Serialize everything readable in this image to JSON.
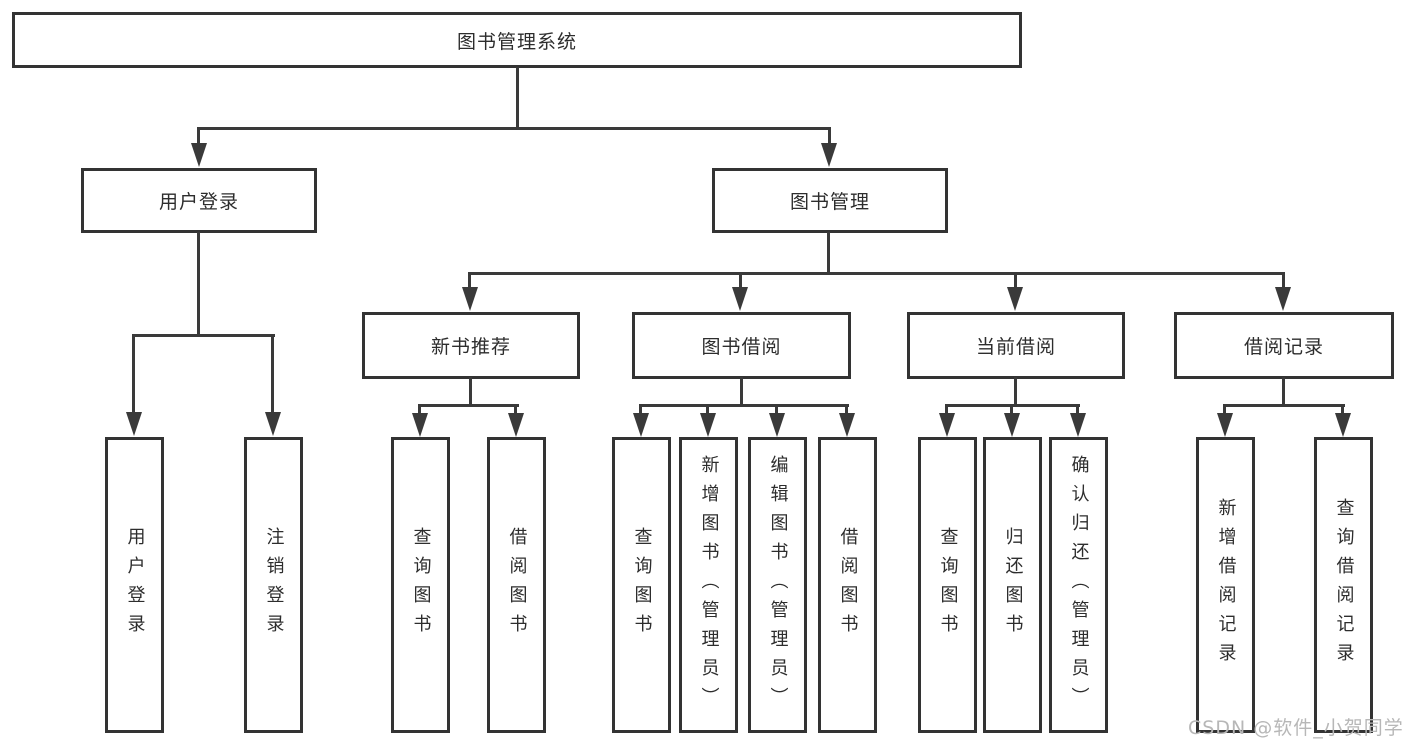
{
  "tree": {
    "root": "图书管理系统",
    "branches": [
      {
        "label": "用户登录",
        "children": [
          {
            "label": "用户登录"
          },
          {
            "label": "注销登录"
          }
        ]
      },
      {
        "label": "图书管理",
        "children": [
          {
            "label": "新书推荐",
            "children": [
              {
                "label": "查询图书"
              },
              {
                "label": "借阅图书"
              }
            ]
          },
          {
            "label": "图书借阅",
            "children": [
              {
                "label": "查询图书"
              },
              {
                "label": "新增图书（管理员）"
              },
              {
                "label": "编辑图书（管理员）"
              },
              {
                "label": "借阅图书"
              }
            ]
          },
          {
            "label": "当前借阅",
            "children": [
              {
                "label": "查询图书"
              },
              {
                "label": "归还图书"
              },
              {
                "label": "确认归还（管理员）"
              }
            ]
          },
          {
            "label": "借阅记录",
            "children": [
              {
                "label": "新增借阅记录"
              },
              {
                "label": "查询借阅记录"
              }
            ]
          }
        ]
      }
    ]
  },
  "watermark": "CSDN @软件_小贺同学",
  "colors": {
    "line": "#3a3a3a",
    "box_border": "#333333",
    "text": "#2d2d2d",
    "watermark": "#b7b7b7",
    "background": "#ffffff"
  }
}
